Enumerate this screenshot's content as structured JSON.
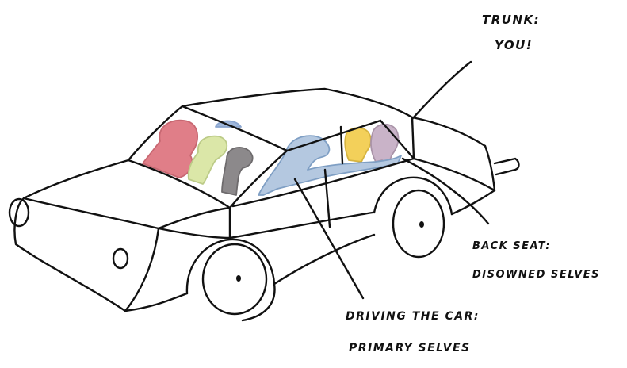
{
  "labels": {
    "trunk_line1": "TRUNK:",
    "trunk_line2": "YOU!",
    "back_line1": "BACK SEAT:",
    "back_line2": "DISOWNED SELVES",
    "driver_line1": "DRIVING THE CAR:",
    "driver_line2": "PRIMARY SELVES"
  },
  "colors": {
    "ink": "#111111",
    "figure_red": "#e07e88",
    "figure_green": "#dbe7a8",
    "figure_gray": "#8c898b",
    "figure_blue_small": "#9fb7db",
    "figure_yellow": "#f3d05a",
    "figure_mauve": "#c9b3c8",
    "driver_blue": "#b4c8e0"
  }
}
